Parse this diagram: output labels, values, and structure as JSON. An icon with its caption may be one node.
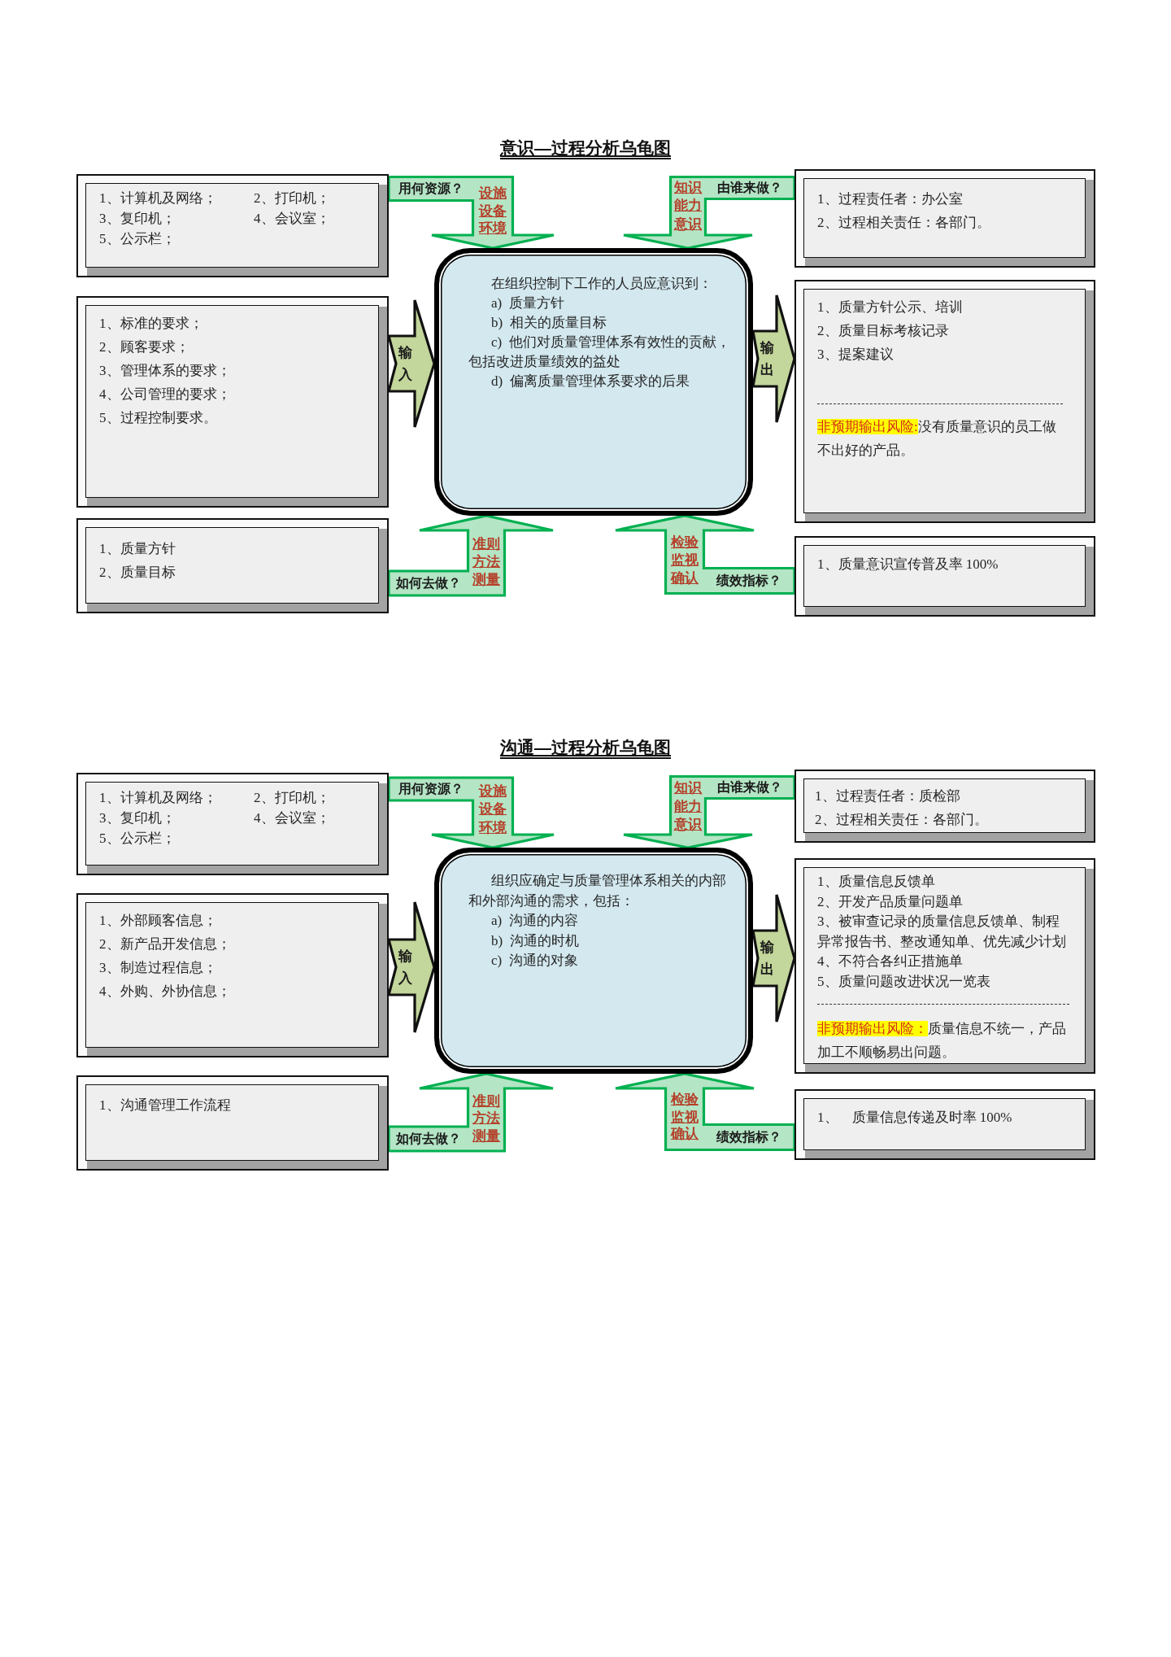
{
  "diagram": {
    "nodes": [
      {
        "text": [
          "1、计算机及网络；",
          "2、打印机；",
          "3、复印机；",
          "4、会议室；",
          "5、公示栏；"
        ]
      },
      {
        "text": [
          "1、过程责任者：办公室",
          "2、过程相关责任：各部门。"
        ]
      },
      {
        "text": [
          "1、标准的要求；",
          "2、顾客要求；",
          "3、管理体系的要求；",
          "4、公司管理的要求；",
          "5、过程控制要求。"
        ]
      },
      {
        "text": [
          "在组织控制下工作的人员应意识到：",
          "a) 质量方针",
          "b) 相关的质量目标",
          "c) 他们对质量管理体系有效性的贡献，包括改进质量绩效的益处",
          "d) 偏离质量管理体系要求的后果"
        ]
      },
      {
        "text": [
          "1、质量方针公示、培训",
          "2、质量目标考核记录",
          "3、提案建议",
          "非预期输出风险:",
          "没有质量意识的员工做不出好的产品。"
        ]
      },
      {
        "text": [
          "1、质量方针",
          "2、质量目标"
        ]
      },
      {
        "text": [
          "1、质量意识宣传普及率 100%"
        ]
      },
      {
        "text": [
          "1、计算机及网络；",
          "2、打印机；",
          "3、复印机；",
          "4、会议室；",
          "5、公示栏；"
        ]
      },
      {
        "text": [
          "1、过程责任者：质检部",
          "2、过程相关责任：各部门。"
        ]
      },
      {
        "text": [
          "1、外部顾客信息；",
          "2、新产品开发信息；",
          "3、制造过程信息；",
          "4、外购、外协信息；"
        ]
      },
      {
        "text": [
          "组织应确定与质量管理体系相关的内部和外部沟通的需求，包括：",
          "a) 沟通的内容",
          "b) 沟通的时机",
          "c) 沟通的对象"
        ]
      },
      {
        "text": [
          "1、质量信息反馈单",
          "2、开发产品质量问题单",
          "3、被审查记录的质量信息反馈单、制程异常报告书、整改通知单、优先减少计划",
          "4、不符合各纠正措施单",
          "5、质量问题改进状况一览表",
          "非预期输出风险：",
          "质量信息不统一，产品加工不顺畅易出问题。"
        ]
      },
      {
        "text": [
          "1、沟通管理工作流程"
        ]
      },
      {
        "text": [
          "1、　质量信息传递及时率 100%"
        ]
      }
    ],
    "edges": [
      {
        "from": 0,
        "to": 3,
        "arrow": "to",
        "label": "用何资源？"
      },
      {
        "from": 1,
        "to": 3,
        "arrow": "to",
        "label": "由谁来做？"
      },
      {
        "from": 2,
        "to": 3,
        "arrow": "to",
        "label": "输入",
        "color": "#c3d69b"
      },
      {
        "from": 3,
        "to": 4,
        "arrow": "to",
        "label": "输出",
        "color": "#c3d69b"
      },
      {
        "from": 5,
        "to": 3,
        "arrow": "to",
        "label": "如何去做？"
      },
      {
        "from": 6,
        "to": 3,
        "arrow": "to",
        "label": "绩效指标？"
      },
      {
        "from": 7,
        "to": 10,
        "arrow": "to",
        "label": "用何资源？"
      },
      {
        "from": 8,
        "to": 10,
        "arrow": "to",
        "label": "由谁来做？"
      },
      {
        "from": 9,
        "to": 10,
        "arrow": "to",
        "label": "输入",
        "color": "#c3d69b"
      },
      {
        "from": 10,
        "to": 11,
        "arrow": "to",
        "label": "输出",
        "color": "#c3d69b"
      },
      {
        "from": 12,
        "to": 10,
        "arrow": "to",
        "label": "如何去做？"
      },
      {
        "from": 13,
        "to": 10,
        "arrow": "to",
        "label": "绩效指标？"
      }
    ],
    "labels": [
      "意识—过程分析乌龟图",
      "设施",
      "设备",
      "环境",
      "知识",
      "能力",
      "意识",
      "准则",
      "方法",
      "测量",
      "检验",
      "监视",
      "确认",
      "沟通—过程分析乌龟图",
      "设施",
      "设备",
      "环境",
      "知识",
      "能力",
      "意识",
      "准则",
      "方法",
      "测量",
      "检验",
      "监视",
      "确认"
    ]
  }
}
